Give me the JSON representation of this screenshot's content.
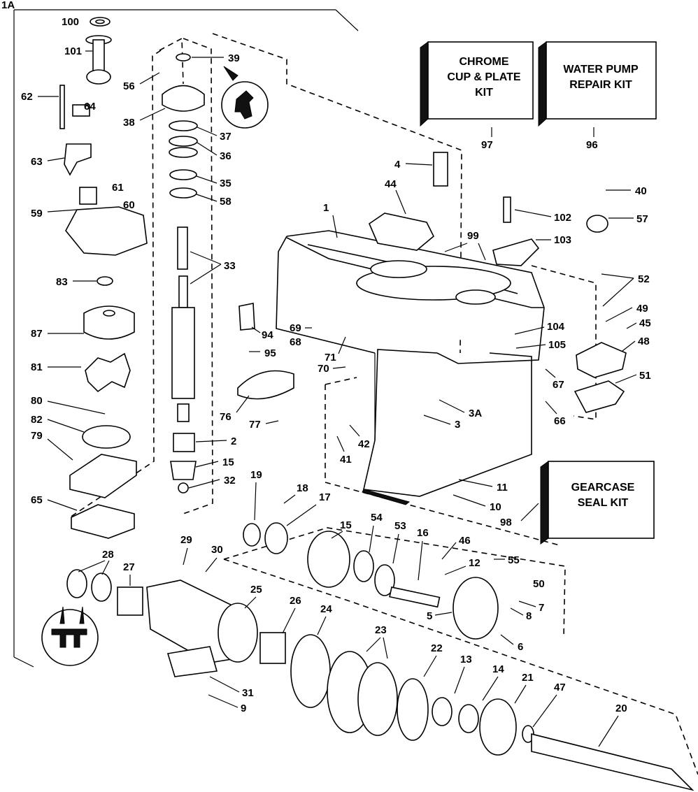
{
  "page_ref": "1A",
  "kits": [
    {
      "lines": [
        "CHROME",
        "CUP & PLATE",
        "KIT"
      ],
      "number": "97"
    },
    {
      "lines": [
        "WATER PUMP",
        "REPAIR KIT"
      ],
      "number": "96"
    },
    {
      "lines": [
        "GEARCASE",
        "SEAL KIT"
      ],
      "number": "98"
    }
  ],
  "callouts": [
    "100",
    "101",
    "62",
    "64",
    "63",
    "61",
    "60",
    "59",
    "83",
    "87",
    "81",
    "80",
    "82",
    "79",
    "65",
    "56",
    "39",
    "38",
    "37",
    "36",
    "35",
    "58",
    "33",
    "2",
    "15",
    "32",
    "4",
    "44",
    "1",
    "99",
    "40",
    "102",
    "57",
    "103",
    "52",
    "49",
    "45",
    "48",
    "51",
    "94",
    "95",
    "69",
    "68",
    "71",
    "70",
    "104",
    "105",
    "67",
    "66",
    "76",
    "77",
    "3A",
    "3",
    "42",
    "41",
    "11",
    "10",
    "19",
    "18",
    "17",
    "15",
    "54",
    "53",
    "16",
    "46",
    "55",
    "12",
    "50",
    "7",
    "8",
    "5",
    "6",
    "28",
    "27",
    "29",
    "30",
    "25",
    "26",
    "24",
    "23",
    "22",
    "13",
    "14",
    "21",
    "47",
    "20",
    "31",
    "9"
  ],
  "icons": [
    "tool-icon-special",
    "tool-icon-bearing-puller"
  ]
}
